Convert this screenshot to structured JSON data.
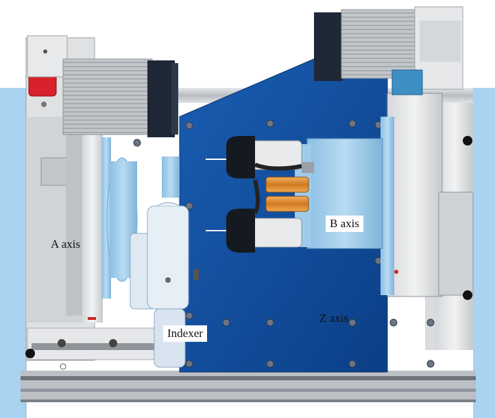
{
  "labels": {
    "a_axis": "A axis",
    "b_axis": "B axis",
    "z_axis": "Z axis",
    "indexer": "Indexer"
  },
  "colors": {
    "blue_plate": "#0f4fa0",
    "light_blue": "#8fc3e6",
    "steel": "#c9ccd0",
    "dark": "#1c2a3a",
    "orange": "#d98a2a",
    "red_button": "#d8212a"
  }
}
